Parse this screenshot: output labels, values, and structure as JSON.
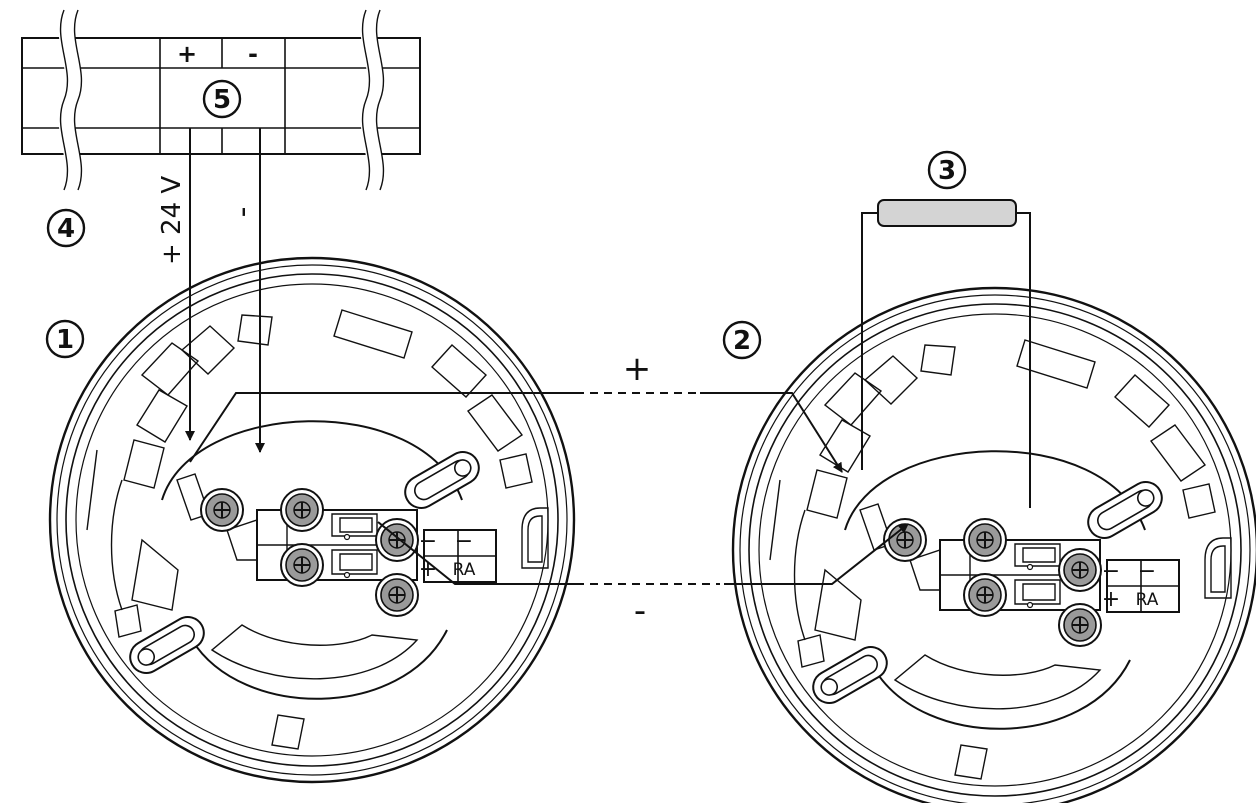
{
  "callouts": {
    "base_1": "1",
    "base_2": "2",
    "end_of_line_resistor": "3",
    "cable": "4",
    "control_panel_terminals": "5"
  },
  "panel": {
    "terminal_plus": "+",
    "terminal_minus": "-"
  },
  "wires": {
    "positive_supply": "+ 24 V",
    "negative_supply": "-",
    "loop_positive": "+",
    "loop_negative": "-"
  },
  "base_marks": {
    "minus": "−",
    "plus": "+",
    "remote_alarm": "RA"
  }
}
